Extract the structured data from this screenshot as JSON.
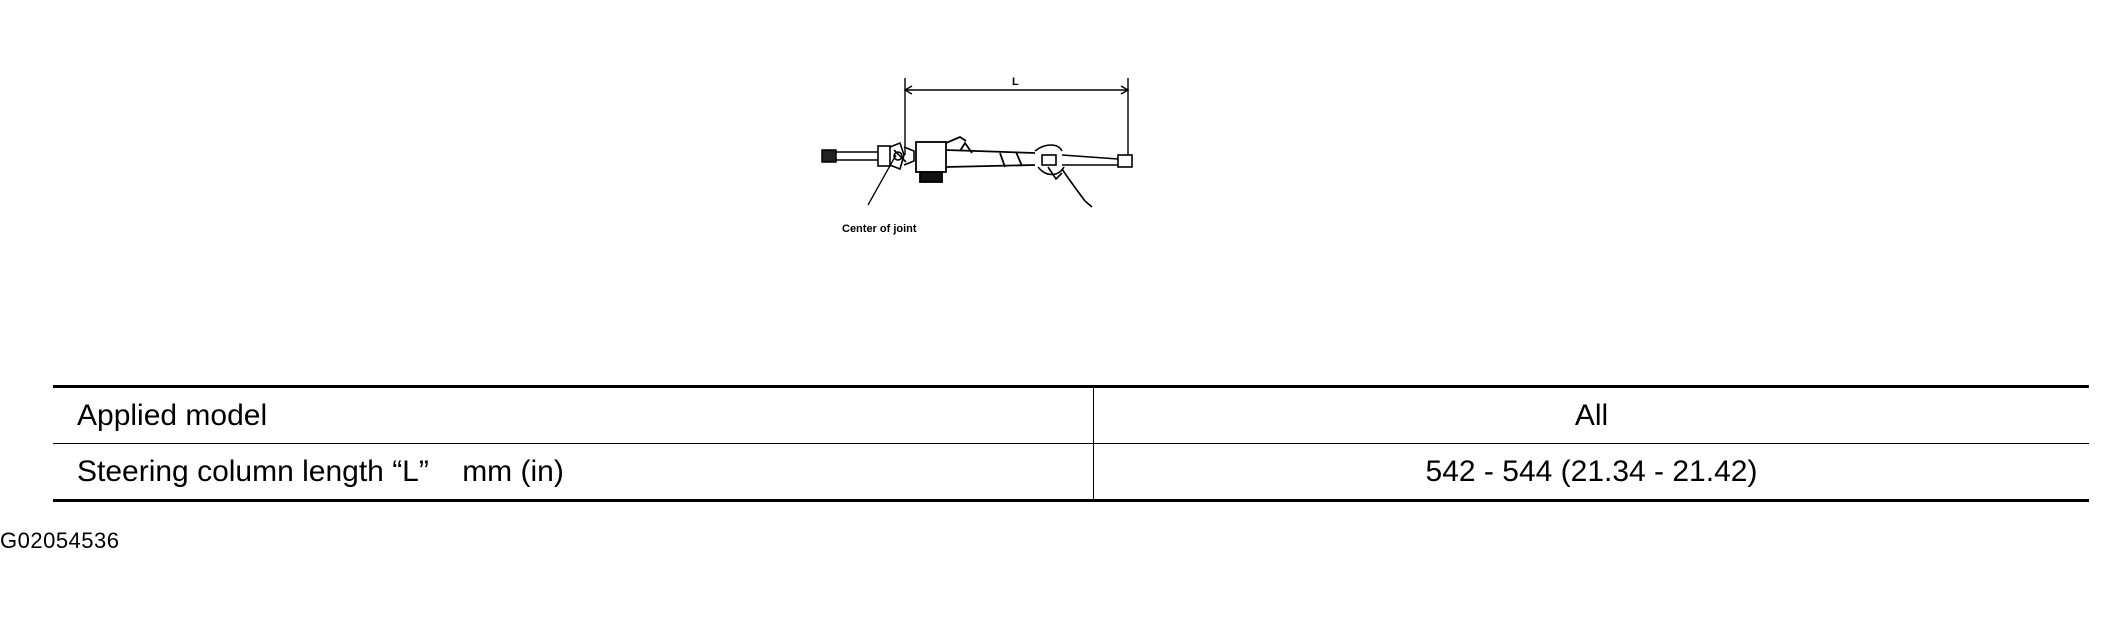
{
  "figure": {
    "dimension_label": "L",
    "callout": "Center of joint"
  },
  "spec_table": {
    "rows": [
      {
        "label": "Applied model",
        "value": "All"
      },
      {
        "label": "Steering column length “L”    mm (in)",
        "value": "542 - 544 (21.34 - 21.42)"
      }
    ]
  },
  "figure_id": "G02054536"
}
